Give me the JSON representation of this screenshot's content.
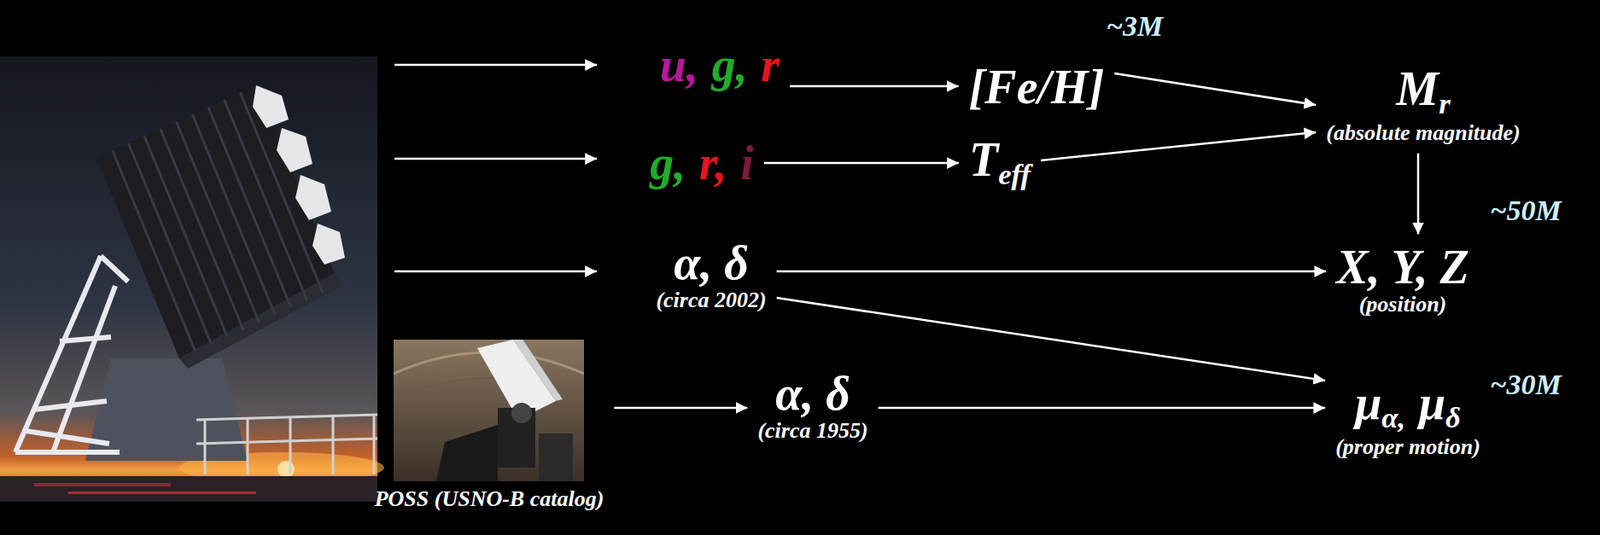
{
  "diagram": {
    "nodes": [
      {
        "text": [
          "u,",
          "g,",
          "r"
        ]
      },
      {
        "text": [
          "[Fe/H]"
        ]
      },
      {
        "text": [
          "M",
          "r",
          "(absolute magnitude)"
        ]
      },
      {
        "text": [
          "g,",
          "r,",
          "i"
        ]
      },
      {
        "text": [
          "T",
          "eff"
        ]
      },
      {
        "text": [
          "α, δ",
          "(circa 2002)"
        ]
      },
      {
        "text": [
          "X, Y, Z",
          "(position)"
        ]
      },
      {
        "text": [
          "POSS (USNO-B catalog)"
        ]
      },
      {
        "text": [
          "α, δ",
          "(circa 1955)"
        ]
      },
      {
        "text": [
          "μ",
          "α,",
          "μ",
          "δ",
          "(proper motion)"
        ]
      }
    ],
    "edges": [
      {
        "from": 0,
        "to": 1,
        "arrow": "to"
      },
      {
        "from": 1,
        "to": 2,
        "arrow": "to"
      },
      {
        "from": 3,
        "to": 4,
        "arrow": "to"
      },
      {
        "from": 4,
        "to": 2,
        "arrow": "to"
      },
      {
        "from": 2,
        "to": 6,
        "arrow": "to"
      },
      {
        "from": 5,
        "to": 6,
        "arrow": "to"
      },
      {
        "from": 5,
        "to": 9,
        "arrow": "to"
      },
      {
        "from": 7,
        "to": 8,
        "arrow": "to"
      },
      {
        "from": 8,
        "to": 9,
        "arrow": "to"
      }
    ],
    "labels": [
      "~3M",
      "~50M",
      "~30M"
    ]
  }
}
